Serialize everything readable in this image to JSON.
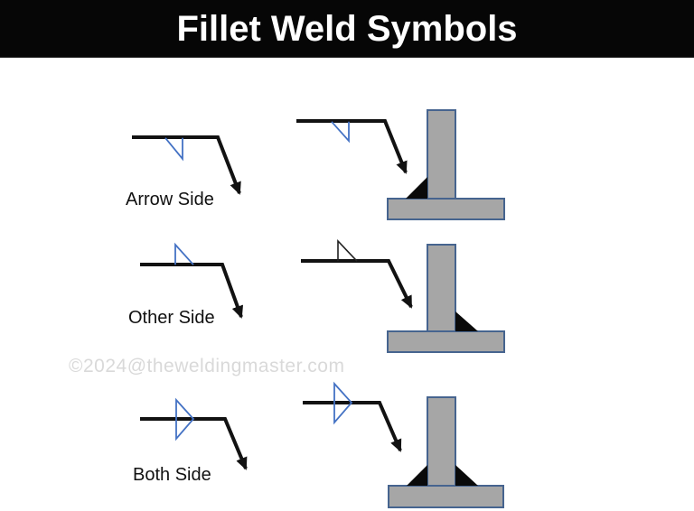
{
  "header": {
    "title": "Fillet Weld Symbols"
  },
  "watermark": {
    "text": "©2024@theweldingmaster.com"
  },
  "rows": [
    {
      "label": "Arrow Side",
      "symbol_icon": "fillet-symbol-triangle-below-line",
      "joint_icon": "tee-joint-weld-near-side"
    },
    {
      "label": "Other Side",
      "symbol_icon": "fillet-symbol-triangle-above-line",
      "joint_icon": "tee-joint-weld-far-side"
    },
    {
      "label": "Both Side",
      "symbol_icon": "fillet-symbol-triangles-both-sides",
      "joint_icon": "tee-joint-weld-both-sides"
    }
  ],
  "colors": {
    "background": "#ffffff",
    "header_bg": "#060606",
    "title_text": "#ffffff",
    "line_black": "#121212",
    "symbol_blue": "#4472c4",
    "symbol_dark": "#212121",
    "plate_fill": "#a6a6a6",
    "plate_border": "#46648f",
    "weld_fill": "#0a0a0a",
    "label_text": "#111111",
    "watermark_gray": "#d9d9d9"
  }
}
